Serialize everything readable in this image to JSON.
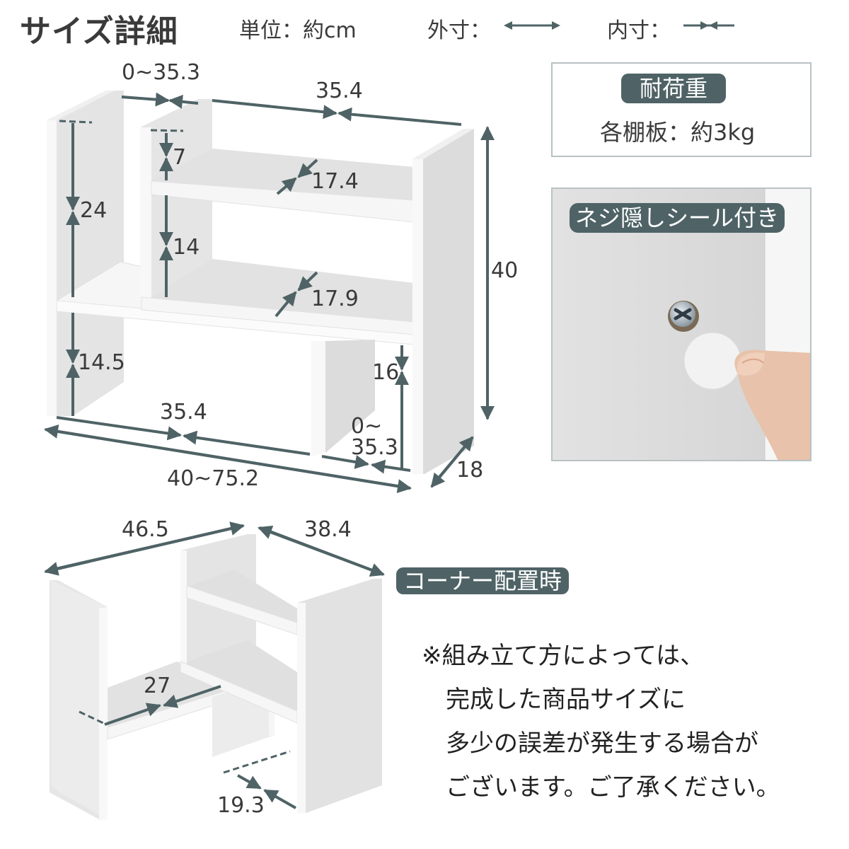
{
  "header": {
    "title": "サイズ詳細",
    "unit_label": "単位：約cm",
    "outer_label": "外寸：",
    "inner_label": "内寸："
  },
  "colors": {
    "accent": "#4f6366",
    "text": "#3a3a3a",
    "panel": "#e6e6e6",
    "edge": "#f7f7f7",
    "box_border": "#b9c2c3"
  },
  "load": {
    "badge": "耐荷重",
    "value": "各棚板：約3kg"
  },
  "photo": {
    "badge": "ネジ隠しシール付き",
    "icons": [
      "screw-icon",
      "cover-sticker-icon",
      "hand-icon"
    ]
  },
  "main_diagram": {
    "dims": {
      "top_gap": "0~35.3",
      "top_width": "35.4",
      "left_height": "24",
      "upper_gap": "7",
      "middle_height": "14",
      "upper_depth": "17.4",
      "lower_depth": "17.9",
      "total_height": "40",
      "bottom_left_height": "14.5",
      "bottom_right_height": "16",
      "bottom_width": "35.4",
      "bottom_gap_a": "0~",
      "bottom_gap_b": "35.3",
      "total_width": "40~75.2",
      "depth": "18"
    }
  },
  "corner_diagram": {
    "badge": "コーナー配置時",
    "dims": {
      "left_span": "46.5",
      "right_span": "38.4",
      "shelf_width": "27",
      "gap": "19.3"
    }
  },
  "note": {
    "lines": [
      "※組み立て方によっては、",
      "　完成した商品サイズに",
      "　多少の誤差が発生する場合が",
      "　ございます。ご了承ください。"
    ]
  }
}
